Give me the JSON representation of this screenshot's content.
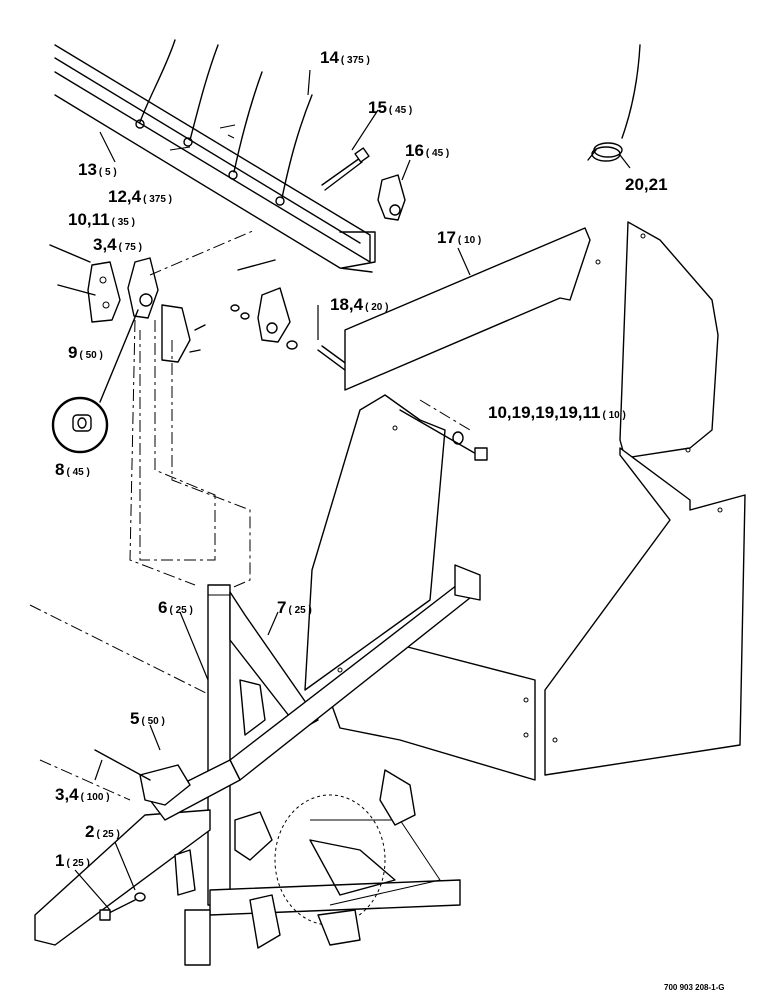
{
  "callouts": [
    {
      "id": "c14",
      "num": "14",
      "qty": "( 375 )"
    },
    {
      "id": "c15",
      "num": "15",
      "qty": "( 45 )"
    },
    {
      "id": "c16",
      "num": "16",
      "qty": "( 45 )"
    },
    {
      "id": "c13",
      "num": "13",
      "qty": "( 5 )"
    },
    {
      "id": "c12",
      "num": "12,4",
      "qty": "( 375 )"
    },
    {
      "id": "c2021",
      "num": "20,21",
      "qty": ""
    },
    {
      "id": "c1011a",
      "num": "10,11",
      "qty": "( 35 )"
    },
    {
      "id": "c34a",
      "num": "3,4",
      "qty": "( 75 )"
    },
    {
      "id": "c17",
      "num": "17",
      "qty": "( 10 )"
    },
    {
      "id": "c184",
      "num": "18,4",
      "qty": "( 20 )"
    },
    {
      "id": "c9",
      "num": "9",
      "qty": "( 50 )"
    },
    {
      "id": "c10191911",
      "num": "10,19,19,19,11",
      "qty": "( 10 )"
    },
    {
      "id": "c8",
      "num": "8",
      "qty": "( 45 )"
    },
    {
      "id": "c6",
      "num": "6",
      "qty": "( 25 )"
    },
    {
      "id": "c7",
      "num": "7",
      "qty": "( 25 )"
    },
    {
      "id": "c5",
      "num": "5",
      "qty": "( 50 )"
    },
    {
      "id": "c34b",
      "num": "3,4",
      "qty": "( 100 )"
    },
    {
      "id": "c2",
      "num": "2",
      "qty": "( 25 )"
    },
    {
      "id": "c1",
      "num": "1",
      "qty": "( 25 )"
    }
  ],
  "drawing_code": "700 903 208-1-G"
}
